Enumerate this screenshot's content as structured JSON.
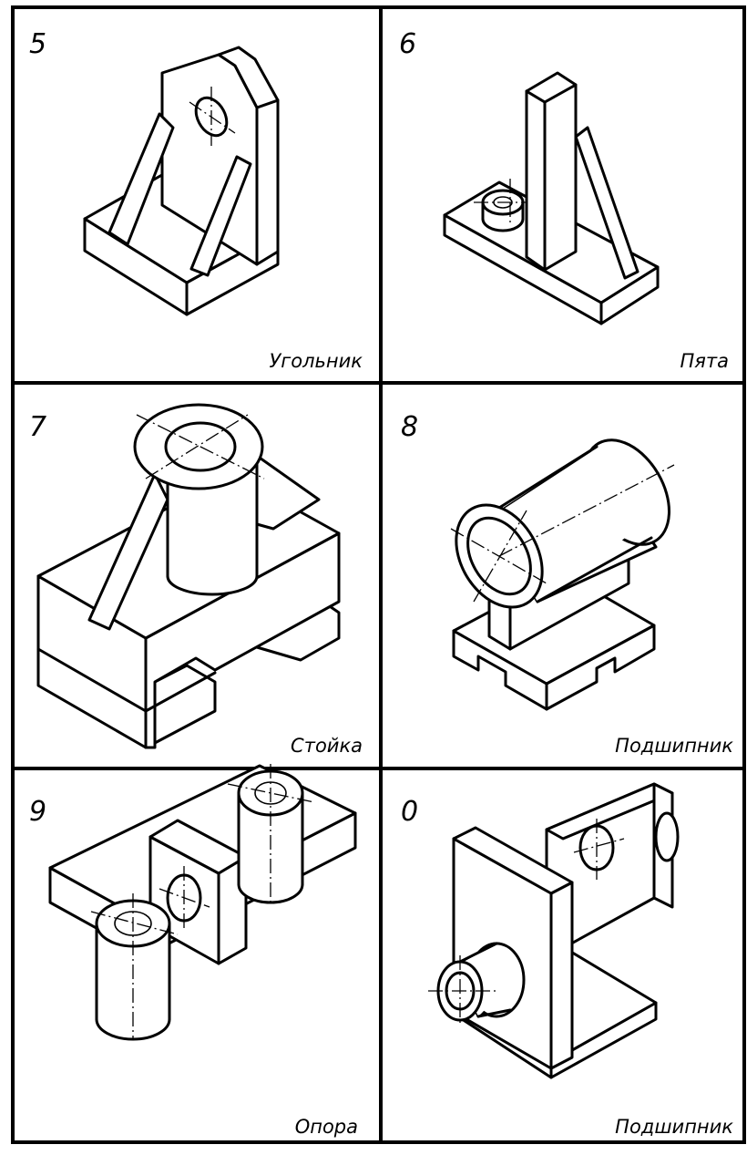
{
  "cells": [
    {
      "number": "5",
      "caption": "Угольник"
    },
    {
      "number": "6",
      "caption": "Пята"
    },
    {
      "number": "7",
      "caption": "Стойка"
    },
    {
      "number": "8",
      "caption": "Подшипник"
    },
    {
      "number": "9",
      "caption": "Опора"
    },
    {
      "number": "0",
      "caption": "Подшипник"
    }
  ]
}
